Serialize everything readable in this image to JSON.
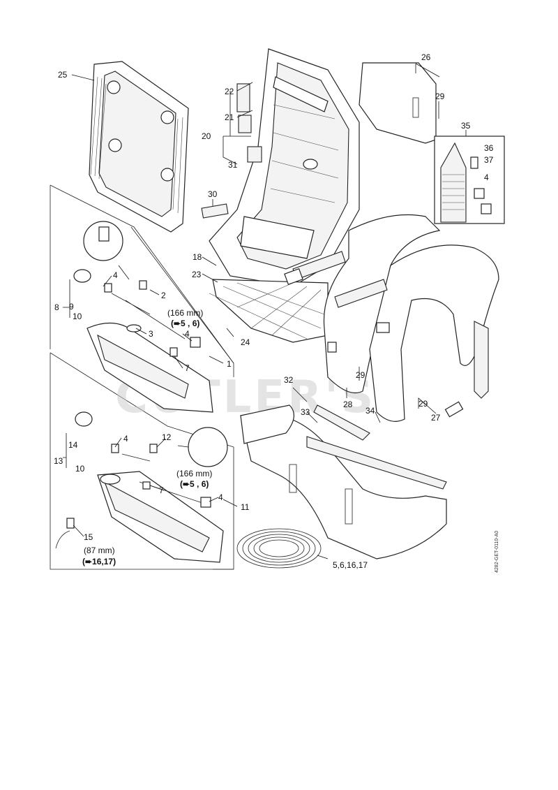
{
  "diagram": {
    "watermark": "CUTLER'S",
    "drawing_code": "4282-GET-0110-A0",
    "callouts": {
      "c1": "1",
      "c2": "2",
      "c3": "3",
      "c4a": "4",
      "c4b": "4",
      "c4c": "4",
      "c4d": "4",
      "c4e": "4",
      "c5": "5,6,16,17",
      "c7a": "7",
      "c7b": "7",
      "c8": "8",
      "c9": "9",
      "c10a": "10",
      "c10b": "10",
      "c11": "11",
      "c12": "12",
      "c13": "13",
      "c14": "14",
      "c15": "15",
      "c18": "18",
      "c20": "20",
      "c21": "21",
      "c22": "22",
      "c23": "23",
      "c24": "24",
      "c25": "25",
      "c26": "26",
      "c27": "27",
      "c28": "28",
      "c29a": "29",
      "c29b": "29",
      "c29c": "29",
      "c30": "30",
      "c31": "31",
      "c32": "32",
      "c33": "33",
      "c34": "34",
      "c35": "35",
      "c36": "36",
      "c37": "37"
    },
    "notes": {
      "n1_len": "(166 mm)",
      "n1_ref": "(➨5 , 6)",
      "n2_len": "(166 mm)",
      "n2_ref": "(➨5 , 6)",
      "n3_len": "(87 mm)",
      "n3_ref": "(➨16,17)"
    }
  }
}
